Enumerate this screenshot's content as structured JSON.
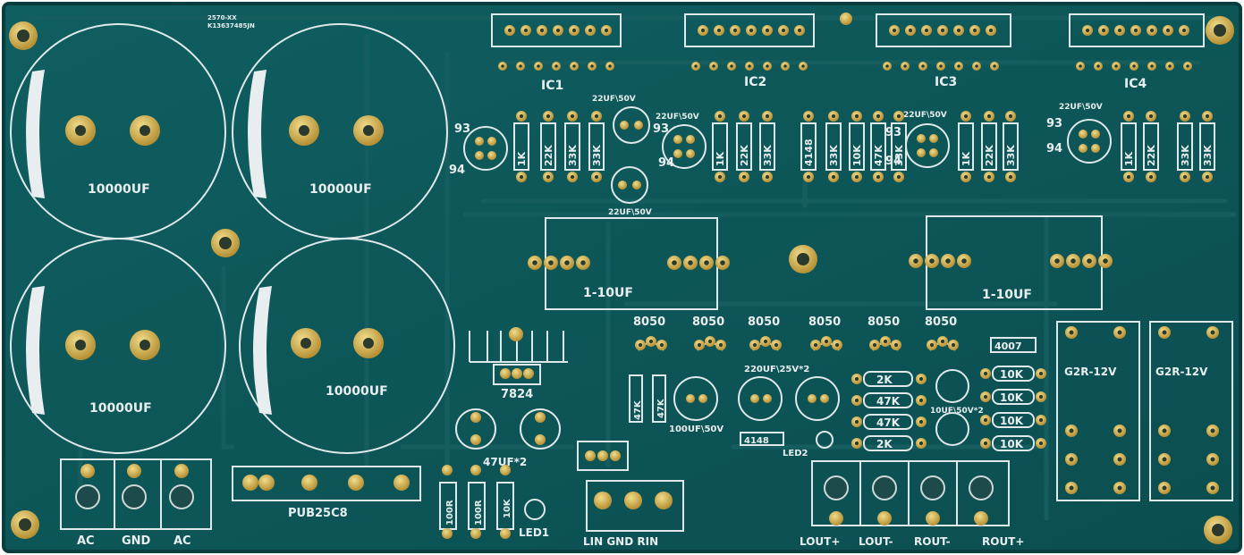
{
  "colors": {
    "board": "#0d5658",
    "board_edge": "#0a4547",
    "trace": "#155d5f",
    "silk": "#e8eef0",
    "pad": "#c9a84a"
  },
  "header": {
    "board_code_1": "2570-XX",
    "board_code_2": "K13637485JN"
  },
  "ic_labels": [
    "IC1",
    "IC2",
    "IC3",
    "IC4"
  ],
  "big_caps": [
    "10000UF",
    "10000UF",
    "10000UF",
    "10000UF"
  ],
  "small_caps": [
    "22UF\\50V",
    "22UF\\50V",
    "22UF\\50V",
    "22UF\\50V",
    "22UF\\50V"
  ],
  "transistor_marks": [
    "93",
    "94"
  ],
  "resistor_values": [
    "1K",
    "22K",
    "33K",
    "33K",
    "4148",
    "10K",
    "47K"
  ],
  "film_caps": [
    "1-10UF",
    "1-10UF"
  ],
  "transistors_8050": [
    "8050",
    "8050",
    "8050",
    "8050",
    "8050",
    "8050"
  ],
  "regulator": "7824",
  "caps_47uf": "47UF*2",
  "cap_220uf": "220UF\\25V*2",
  "cap_100uf": "100UF\\50V",
  "cap_10uf": "10UF\\50V*2",
  "diode_1": "4148",
  "diode_4007": "4007",
  "res_2k": "2K",
  "res_47k": "47K",
  "res_10k": "10K",
  "res_100r": "100R",
  "res_1k": "1K",
  "relays": [
    "G2R-12V",
    "G2R-12V"
  ],
  "led_1": "LED1",
  "led_2": "LED2",
  "bridge": "PUB25C8",
  "power_terminals": [
    "AC",
    "GND",
    "AC"
  ],
  "input_terminals": "LIN GND RIN",
  "output_terminals": [
    "LOUT+",
    "LOUT-",
    "ROUT-",
    "ROUT+"
  ]
}
